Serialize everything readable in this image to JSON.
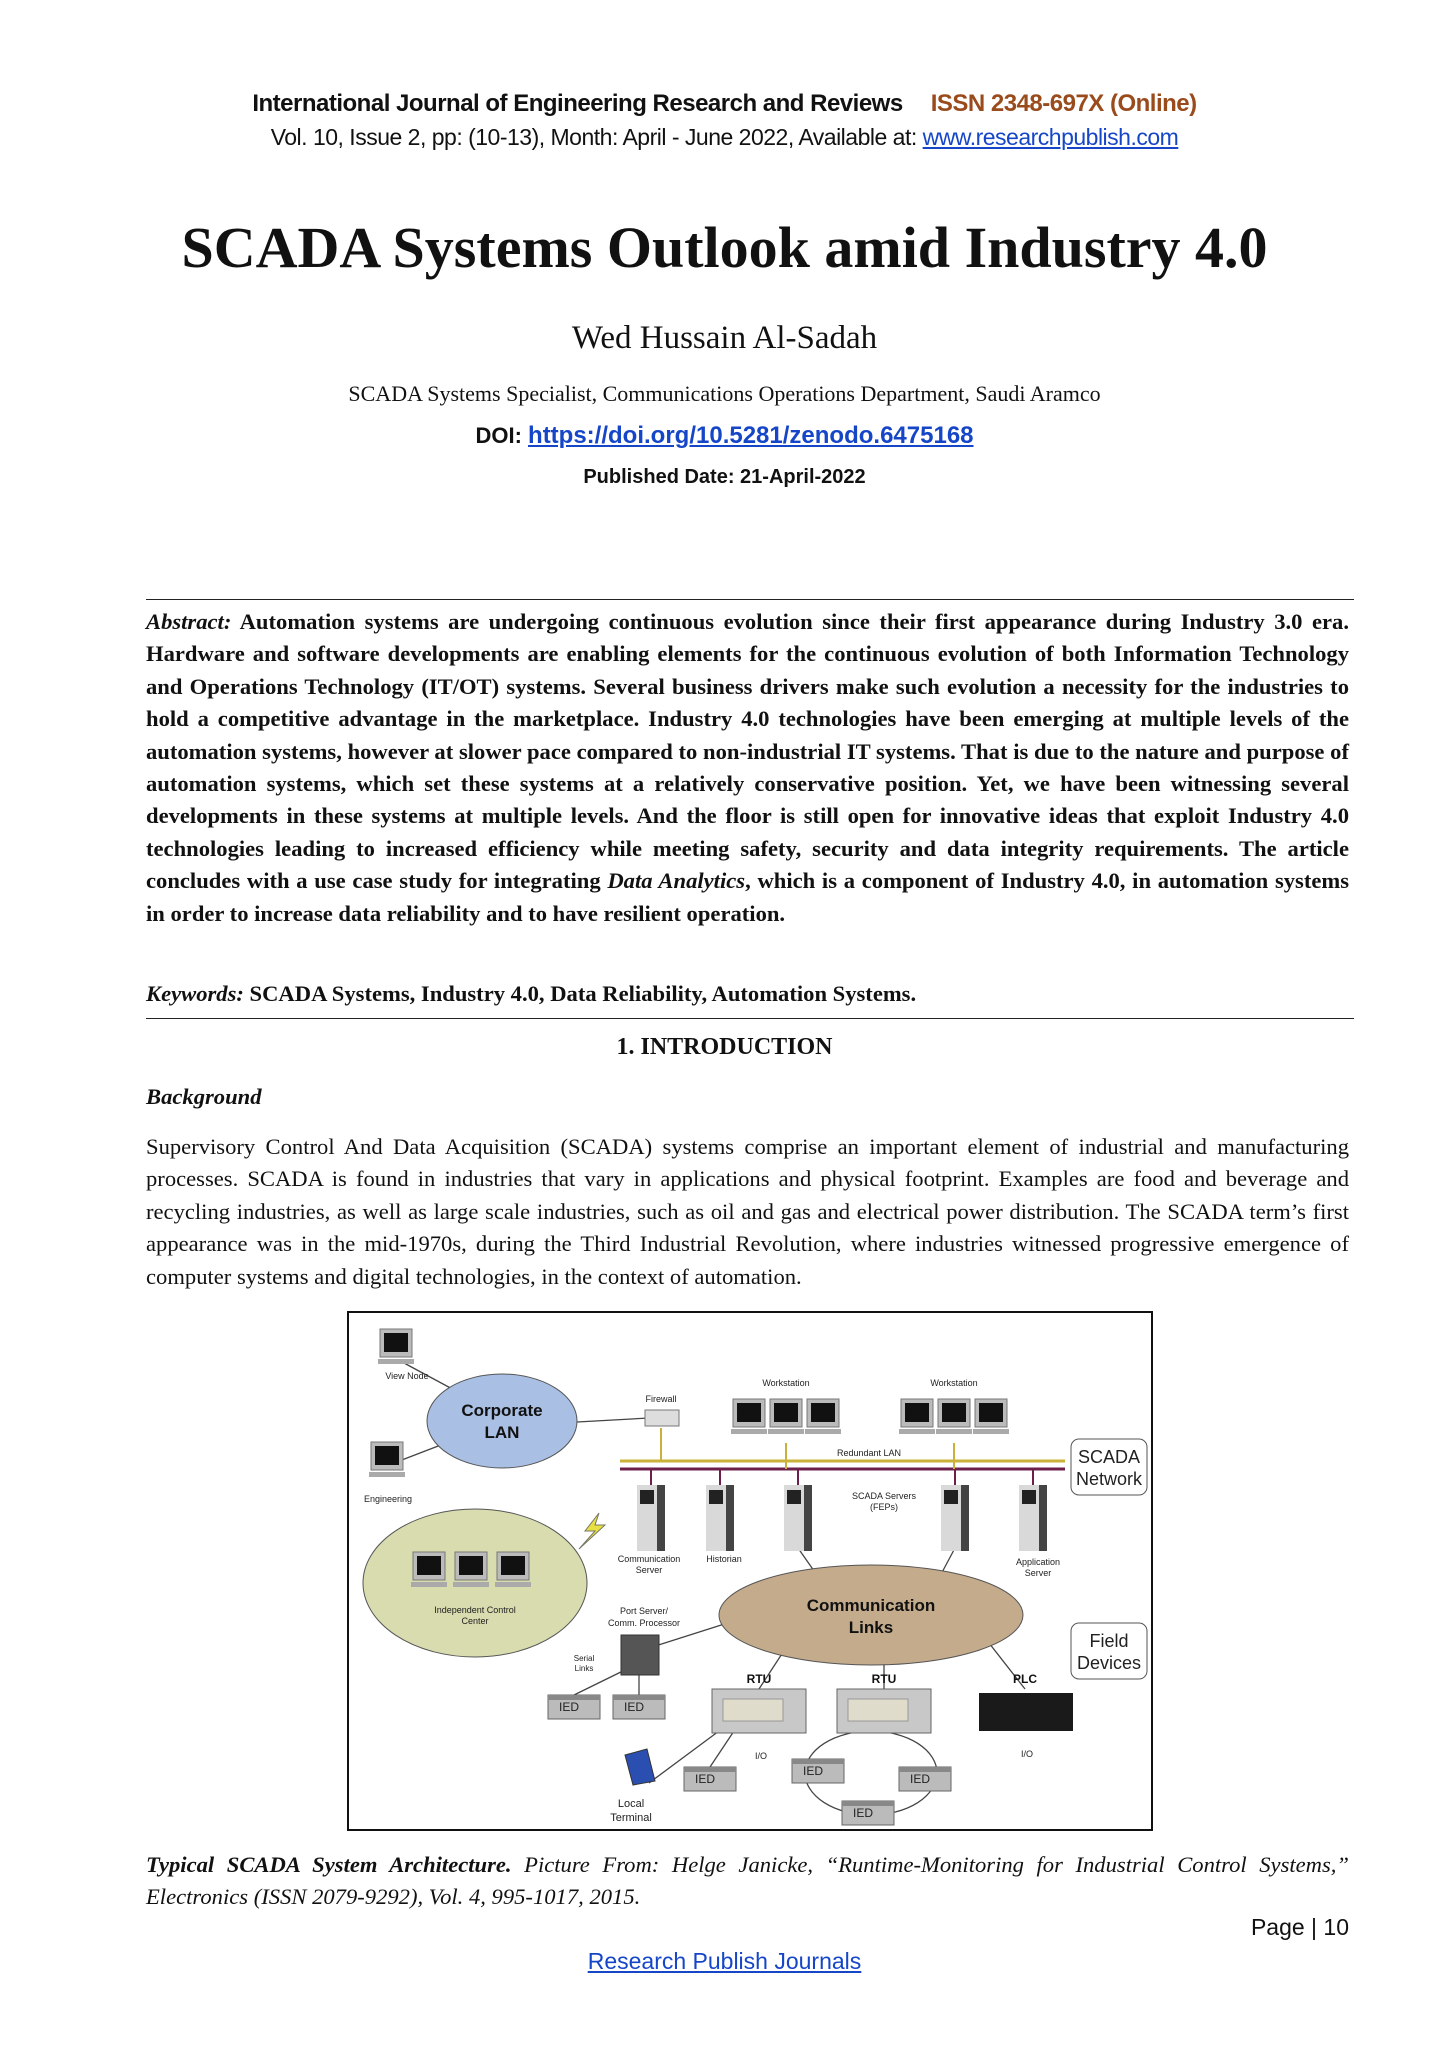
{
  "header": {
    "journal": "International Journal of Engineering Research and Reviews",
    "issn": "ISSN 2348-697X (Online)",
    "issue_info": "Vol. 10, Issue 2, pp: (10-13), Month:  April - June 2022, Available at: ",
    "website": "www.researchpublish.com"
  },
  "title": "SCADA Systems Outlook amid Industry 4.0",
  "author": "Wed Hussain Al-Sadah",
  "affiliation": "SCADA Systems Specialist, Communications Operations Department, Saudi Aramco",
  "doi_label": "DOI: ",
  "doi_link": "https://doi.org/10.5281/zenodo.6475168",
  "published": "Published Date: 21-April-2022",
  "abstract": {
    "label": "Abstract:",
    "text_before": " Automation systems are undergoing continuous evolution since their first appearance during Industry 3.0 era. Hardware and software developments are enabling elements for the continuous evolution of both Information Technology and Operations Technology (IT/OT) systems. Several business drivers make such evolution a necessity for the industries to hold a competitive advantage in the marketplace. Industry 4.0 technologies have been emerging at multiple levels of the automation systems, however at slower pace compared to non-industrial IT systems. That is due to the nature and purpose of automation systems, which set these systems at a relatively conservative position. Yet, we have been witnessing several developments in these systems at multiple levels. And the floor is still open for innovative ideas that exploit Industry 4.0 technologies leading to increased efficiency while meeting safety, security and data integrity requirements. The article concludes with a use case study for integrating ",
    "emphasis": "Data Analytics",
    "text_after": ", which is a component of Industry 4.0, in automation systems in order to increase data reliability and to have resilient operation."
  },
  "keywords": {
    "label": "Keywords:",
    "text": " SCADA Systems, Industry 4.0, Data Reliability, Automation Systems."
  },
  "section": {
    "heading": "1.   INTRODUCTION",
    "subheading": "Background",
    "paragraph": "Supervisory Control And Data Acquisition (SCADA) systems comprise an important element of industrial and manufacturing processes. SCADA is found in industries that vary in applications and physical footprint. Examples are food and beverage and recycling industries, as well as large scale industries, such as oil and gas and electrical power distribution. The SCADA term’s first appearance was in the mid-1970s, during the Third Industrial Revolution, where industries witnessed progressive emergence of computer systems and digital technologies, in the context of automation."
  },
  "figure": {
    "labels": {
      "view_node": "View Node",
      "corporate_lan_1": "Corporate",
      "corporate_lan_2": "LAN",
      "engineering": "Engineering",
      "firewall": "Firewall",
      "workstation": "Workstation",
      "redundant_lan": "Redundant LAN",
      "scada_network_1": "SCADA",
      "scada_network_2": "Network",
      "scada_servers_1": "SCADA Servers",
      "scada_servers_2": "(FEPs)",
      "comm_server_1": "Communication",
      "comm_server_2": "Server",
      "historian": "Historian",
      "app_server_1": "Application",
      "app_server_2": "Server",
      "icc_1": "Independent Control",
      "icc_2": "Center",
      "port_server_1": "Port Server/",
      "port_server_2": "Comm. Processor",
      "serial_1": "Serial",
      "serial_2": "Links",
      "comm_links_1": "Communication",
      "comm_links_2": "Links",
      "field_devices_1": "Field",
      "field_devices_2": "Devices",
      "rtu": "RTU",
      "plc": "PLC",
      "ied": "IED",
      "io": "I/O",
      "local_1": "Local",
      "local_2": "Terminal"
    }
  },
  "caption": {
    "bold": "Typical SCADA System Architecture.",
    "text": " Picture From: Helge Janicke, “Runtime-Monitoring for Industrial Control Systems,” Electronics (ISSN 2079-9292), Vol. 4, 995-1017, 2015."
  },
  "page_number": "Page | 10",
  "footer_link": "Research Publish Journals",
  "colors": {
    "link": "#1646c8",
    "issn": "#9a4b1c"
  }
}
